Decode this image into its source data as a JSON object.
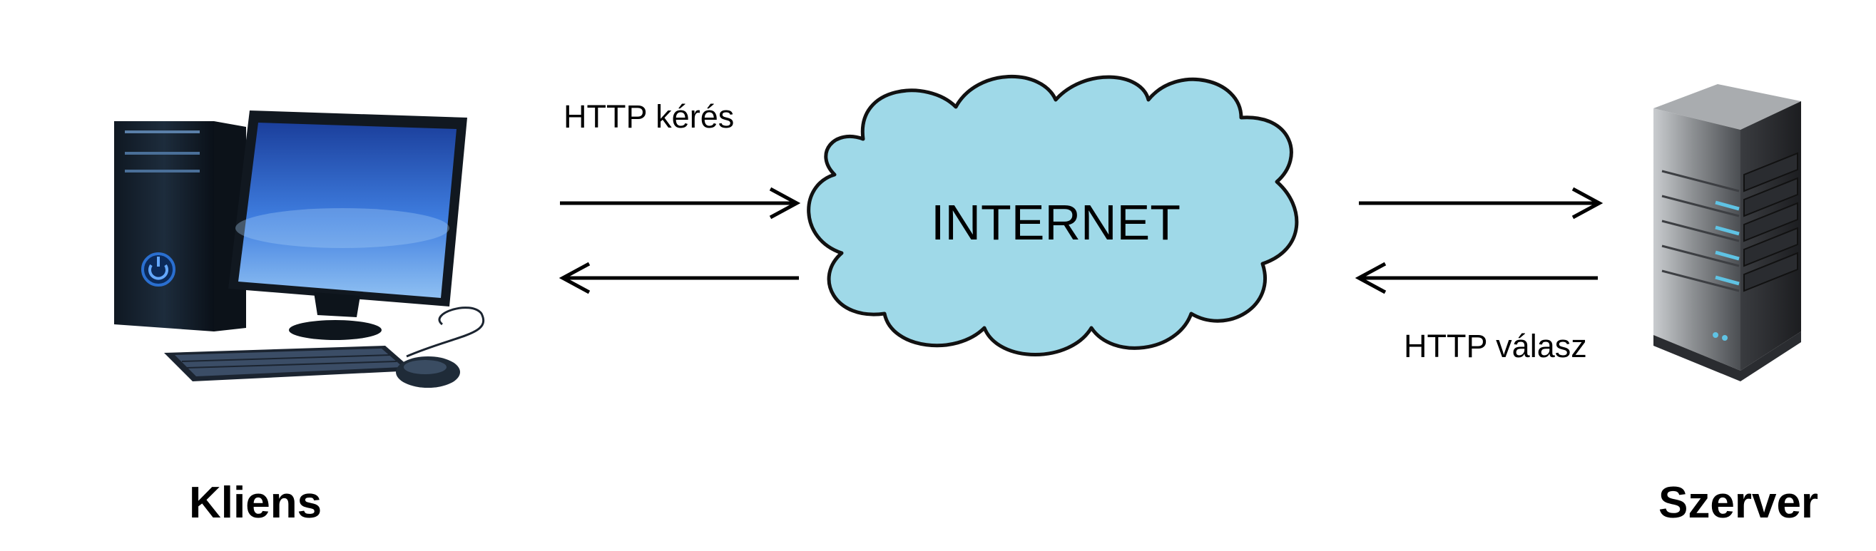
{
  "diagram": {
    "client": {
      "label": "Kliens",
      "icon": "desktop-computer-icon"
    },
    "server": {
      "label": "Szerver",
      "icon": "server-tower-icon"
    },
    "cloud": {
      "label": "INTERNET",
      "icon": "cloud-icon",
      "fill": "#9fd9e8"
    },
    "request_label": "HTTP kérés",
    "response_label": "HTTP válasz",
    "colors": {
      "arrow": "#000000",
      "screen": "#3a6fd8",
      "server_led": "#5fc3e4",
      "server_body": "#7a7d80"
    }
  }
}
